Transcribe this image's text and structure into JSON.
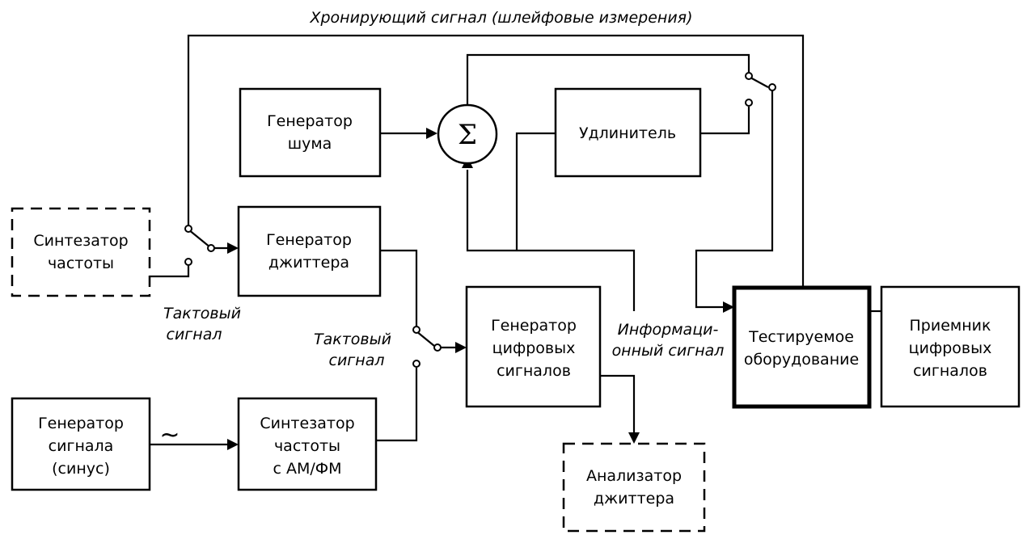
{
  "diagram": {
    "top_signal": "Хронирующий сигнал (шлейфовые измерения)",
    "blocks": {
      "freq_synth": [
        "Синтезатор",
        "частоты"
      ],
      "noise_gen": [
        "Генератор",
        "шума"
      ],
      "extender": "Удлинитель",
      "jitter_gen": [
        "Генератор",
        "джиттера"
      ],
      "digital_gen": [
        "Генератор",
        "цифровых",
        "сигналов"
      ],
      "dut": [
        "Тестируемое",
        "оборудование"
      ],
      "receiver": [
        "Приемник",
        "цифровых",
        "сигналов"
      ],
      "signal_gen": [
        "Генератор",
        "сигнала",
        "(синус)"
      ],
      "am_fm_synth": [
        "Синтезатор",
        "частоты",
        "с АМ/ФМ"
      ],
      "jitter_analyzer": [
        "Анализатор",
        "джиттера"
      ]
    },
    "summer_symbol": "Σ",
    "sine_symbol": "~",
    "labels": {
      "clock_1": [
        "Тактовый",
        "сигнал"
      ],
      "clock_2": [
        "Тактовый",
        "сигнал"
      ],
      "info_signal": [
        "Информаци-",
        "онный сигнал"
      ]
    }
  }
}
